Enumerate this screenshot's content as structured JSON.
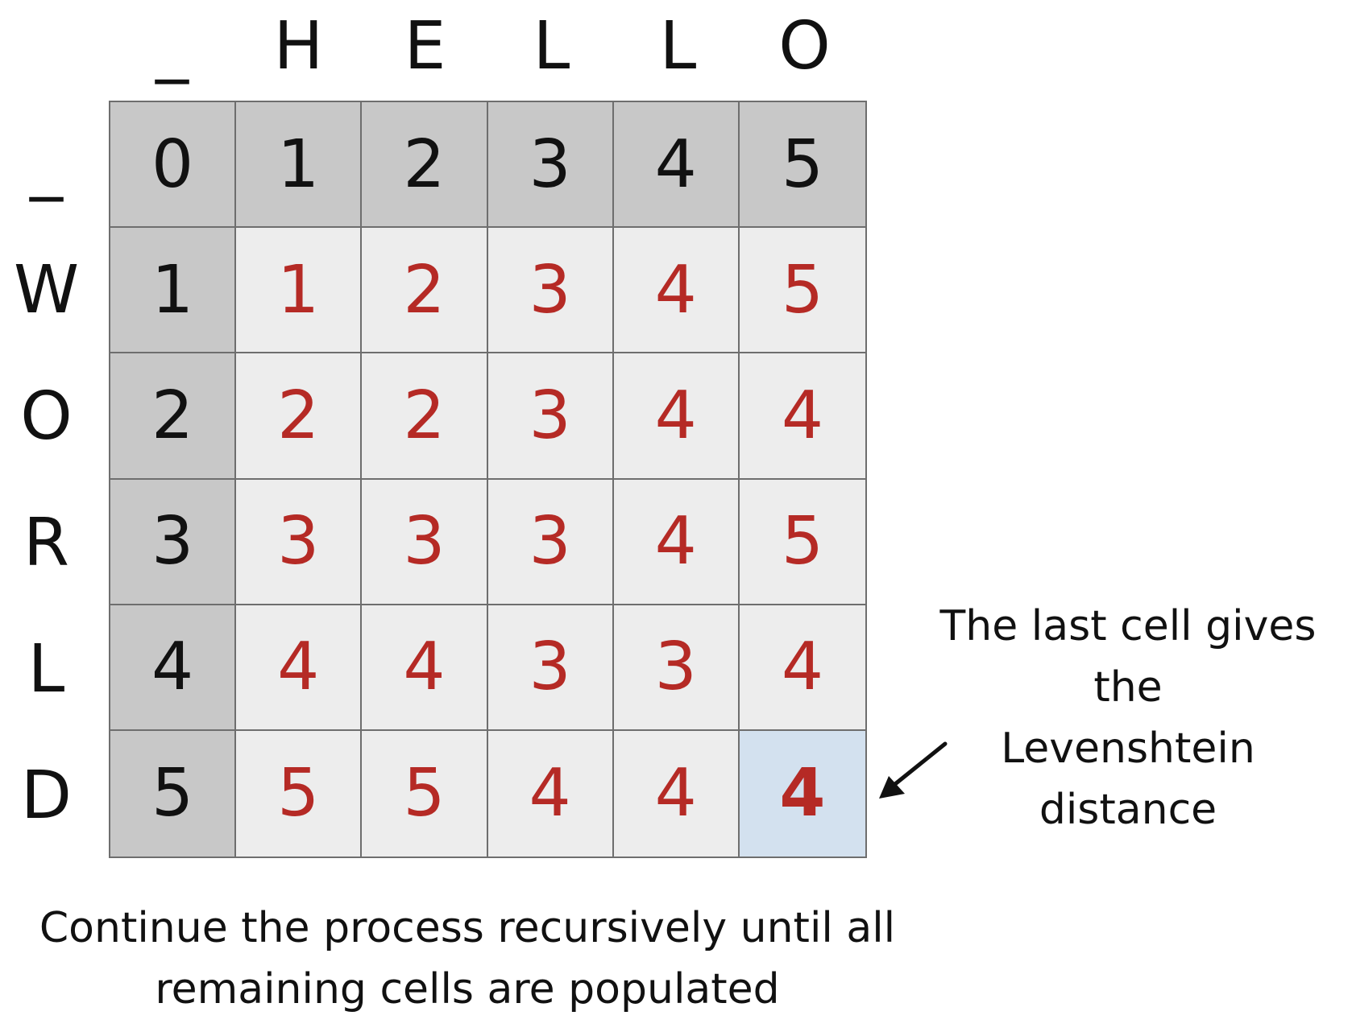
{
  "columns": {
    "headers": [
      "_",
      "H",
      "E",
      "L",
      "L",
      "O"
    ]
  },
  "rows": {
    "headers": [
      "_",
      "W",
      "O",
      "R",
      "L",
      "D"
    ]
  },
  "matrix": {
    "cells": [
      [
        "0",
        "1",
        "2",
        "3",
        "4",
        "5"
      ],
      [
        "1",
        "1",
        "2",
        "3",
        "4",
        "5"
      ],
      [
        "2",
        "2",
        "2",
        "3",
        "4",
        "4"
      ],
      [
        "3",
        "3",
        "3",
        "3",
        "4",
        "5"
      ],
      [
        "4",
        "4",
        "4",
        "3",
        "3",
        "4"
      ],
      [
        "5",
        "5",
        "5",
        "4",
        "4",
        "4"
      ]
    ]
  },
  "annotation": {
    "line1": "The last cell gives the",
    "line2": "Levenshtein distance"
  },
  "caption": {
    "line1": "Continue the process recursively until all",
    "line2": "remaining cells are populated"
  },
  "colors": {
    "base_cell_bg": "#c8c8c8",
    "cell_bg": "#ededed",
    "result_cell_bg": "#d3e1ef",
    "computed_value": "#b52a25",
    "base_value": "#111111",
    "grid_line": "#6e6e6e"
  },
  "icons": {
    "pointer": "arrow-pointing-down-left-icon"
  }
}
